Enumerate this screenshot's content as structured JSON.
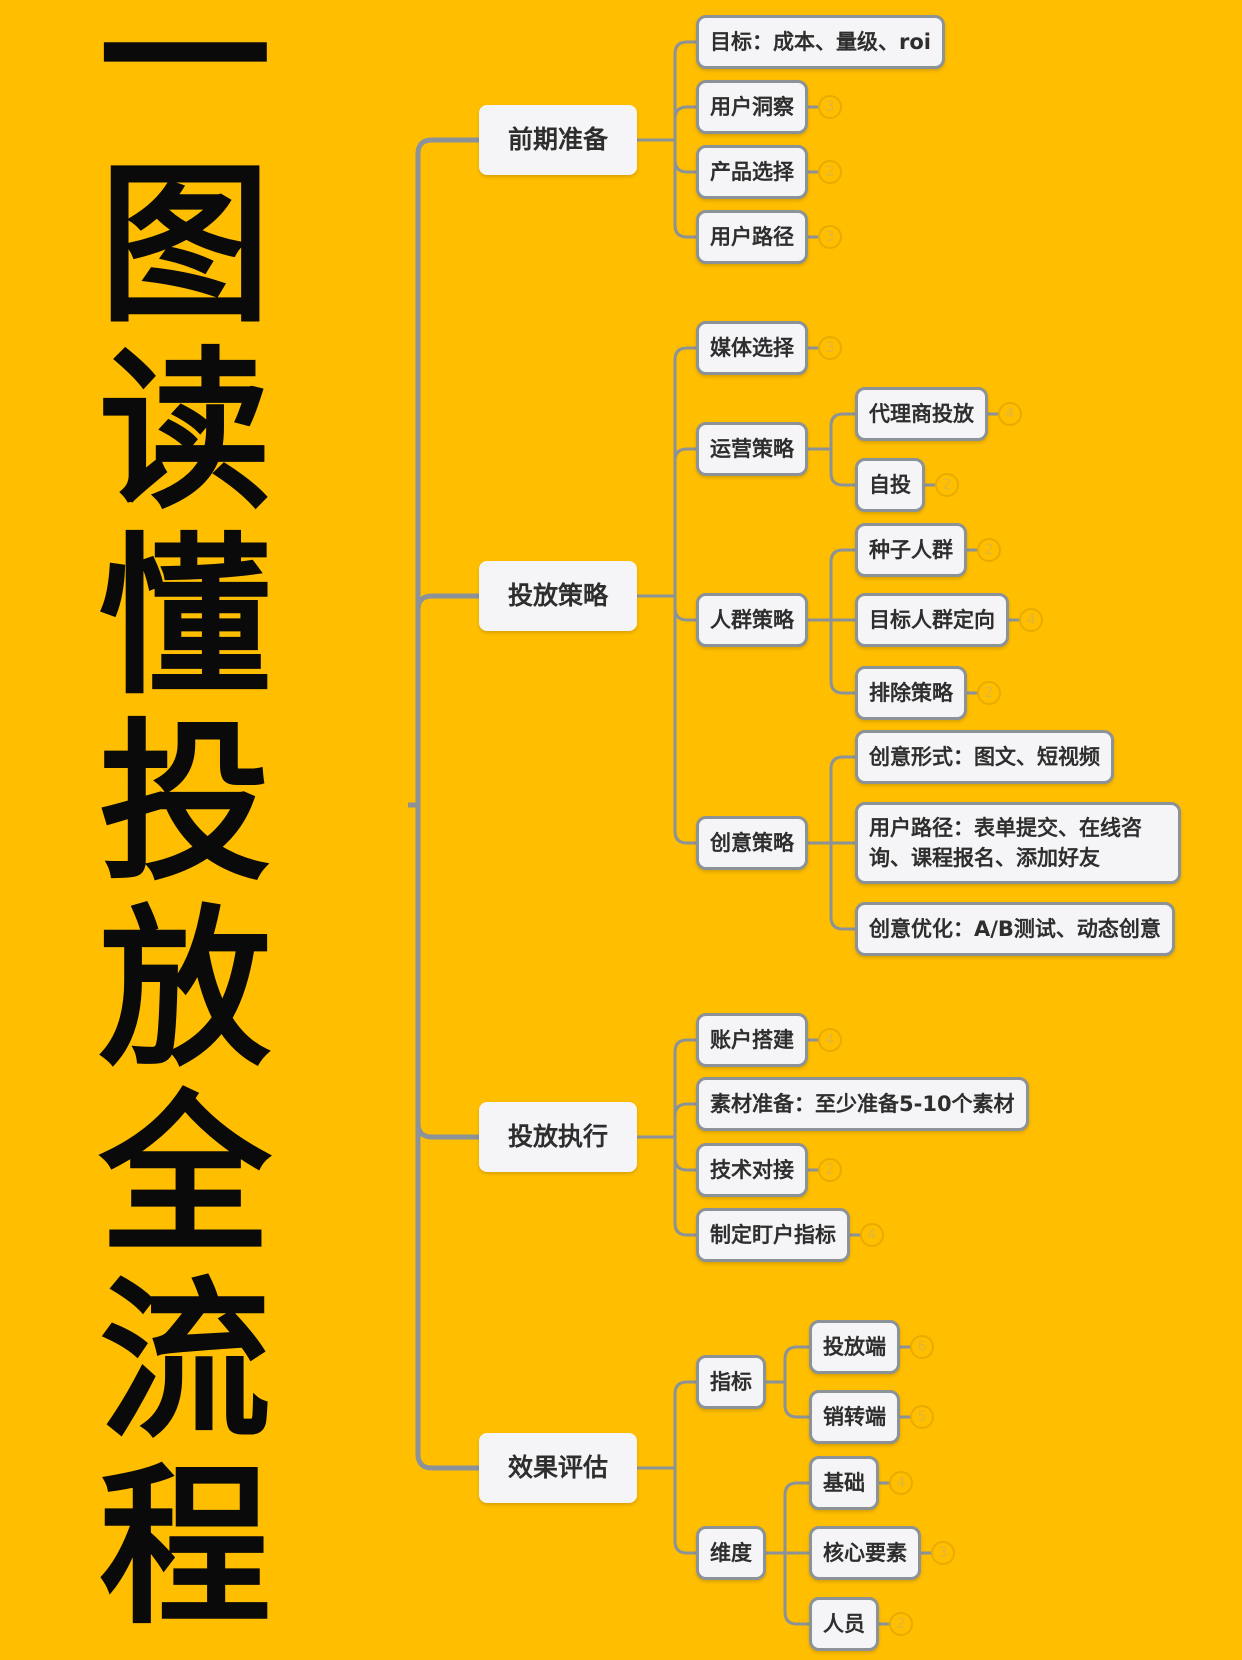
{
  "title": {
    "chars": [
      "一",
      "图",
      "读",
      "懂",
      "投",
      "放",
      "全",
      "流",
      "程"
    ]
  },
  "colors": {
    "background": "#FFBE00",
    "line": "#8b9298",
    "node": "#f5f5f7",
    "badge": "#e9ab00"
  },
  "mindmap": {
    "branches": [
      {
        "label": "前期准备",
        "children": [
          {
            "label": "目标：成本、量级、roi"
          },
          {
            "label": "用户洞察",
            "badge": "3"
          },
          {
            "label": "产品选择",
            "badge": "2"
          },
          {
            "label": "用户路径",
            "badge": "3"
          }
        ]
      },
      {
        "label": "投放策略",
        "children": [
          {
            "label": "媒体选择",
            "badge": "3"
          },
          {
            "label": "运营策略",
            "children": [
              {
                "label": "代理商投放",
                "badge": "4"
              },
              {
                "label": "自投",
                "badge": "2"
              }
            ]
          },
          {
            "label": "人群策略",
            "children": [
              {
                "label": "种子人群",
                "badge": "2"
              },
              {
                "label": "目标人群定向",
                "badge": "4"
              },
              {
                "label": "排除策略",
                "badge": "2"
              }
            ]
          },
          {
            "label": "创意策略",
            "children": [
              {
                "label": "创意形式：图文、短视频"
              },
              {
                "label": "用户路径：表单提交、在线咨询、课程报名、添加好友"
              },
              {
                "label": "创意优化：A/B测试、动态创意"
              }
            ]
          }
        ]
      },
      {
        "label": "投放执行",
        "children": [
          {
            "label": "账户搭建",
            "badge": "4"
          },
          {
            "label": "素材准备：至少准备5-10个素材"
          },
          {
            "label": "技术对接",
            "badge": "2"
          },
          {
            "label": "制定盯户指标",
            "badge": "4"
          }
        ]
      },
      {
        "label": "效果评估",
        "children": [
          {
            "label": "指标",
            "children": [
              {
                "label": "投放端",
                "badge": "6"
              },
              {
                "label": "销转端",
                "badge": "5"
              }
            ]
          },
          {
            "label": "维度",
            "children": [
              {
                "label": "基础",
                "badge": "4"
              },
              {
                "label": "核心要素",
                "badge": "3"
              },
              {
                "label": "人员",
                "badge": "2"
              }
            ]
          }
        ]
      }
    ]
  }
}
